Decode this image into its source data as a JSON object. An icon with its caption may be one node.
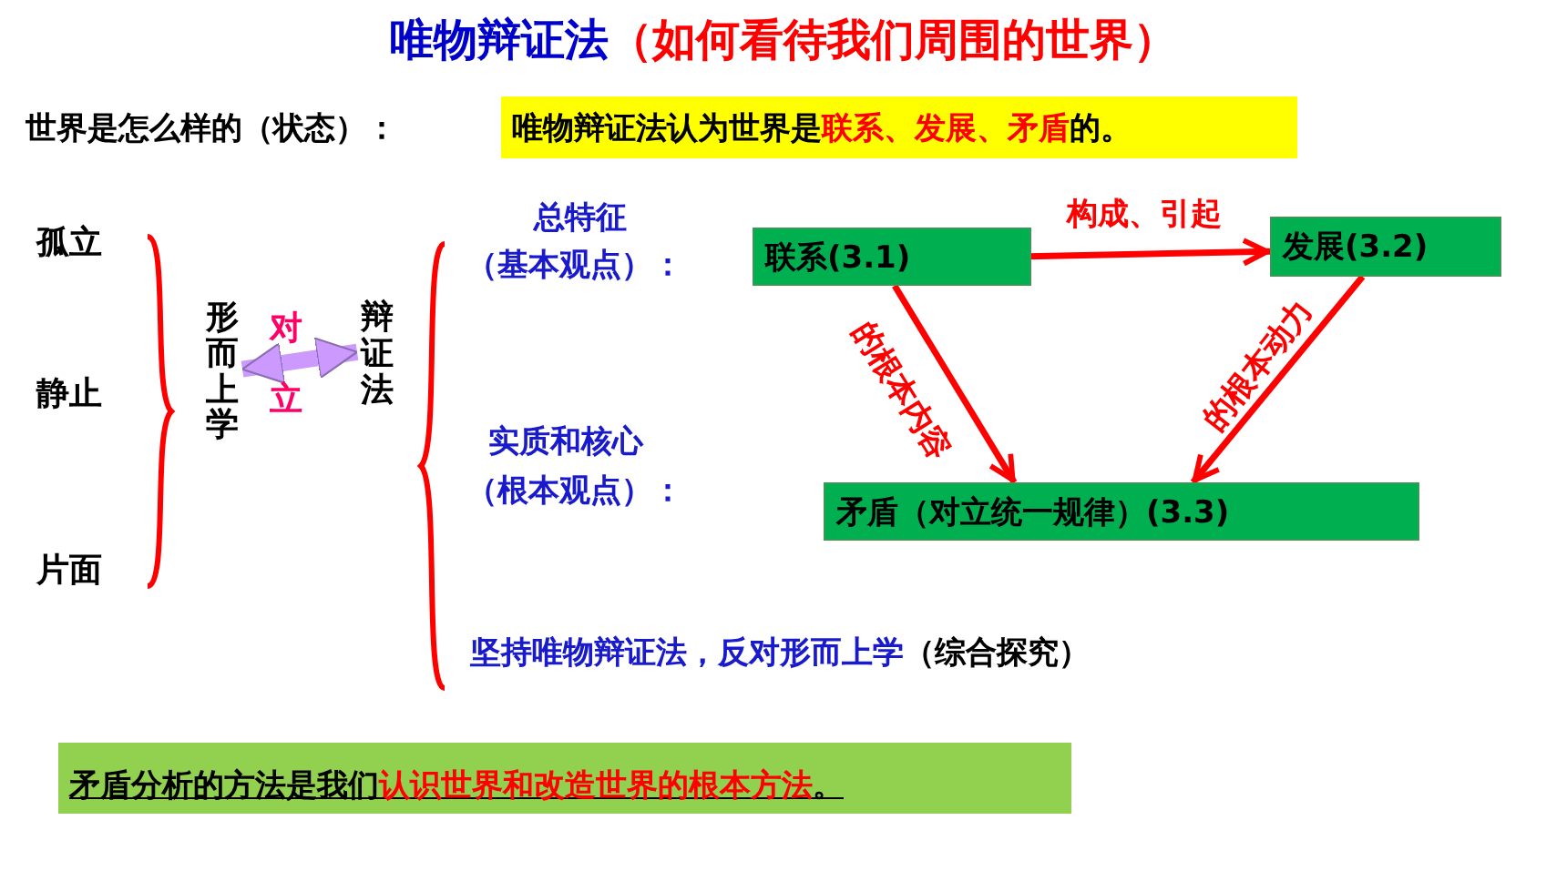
{
  "diagram": {
    "nodes": [
      {
        "text": [
          "唯物辩证法认为世界是",
          "联系、发展、矛盾",
          "的。"
        ]
      },
      {
        "text": [
          "形而上学"
        ]
      },
      {
        "text": [
          "辩证法"
        ]
      },
      {
        "text": [
          "联系(3.1)"
        ]
      },
      {
        "text": [
          "发展(3.2)"
        ]
      },
      {
        "text": [
          "矛盾（对立统一规律）(3.3)"
        ]
      },
      {
        "text": [
          "矛盾分析的方法是我们",
          "认识世界和改造世界的根本方法",
          "。"
        ]
      }
    ],
    "edges": [
      {
        "from": 1,
        "to": 2,
        "arrow": "both",
        "style": "thick",
        "color": "#cc99ff"
      },
      {
        "from": 3,
        "to": 4,
        "arrow": "to",
        "label": "构成、引起"
      },
      {
        "from": 3,
        "to": 5,
        "arrow": "to",
        "label": "的根本内容"
      },
      {
        "from": 4,
        "to": 5,
        "arrow": "to",
        "label": "的根本动力"
      }
    ],
    "labels": [
      "唯物辩证法",
      "（如何看待我们周围的世界）",
      "世界是怎么样的（状态）：",
      "孤立",
      "静止",
      "片面",
      "对",
      "立",
      "总特征",
      "（基本观点）：",
      "实质和核心",
      "（根本观点）：",
      "坚持唯物辩证法，反对形而上学",
      "（综合探究）"
    ]
  }
}
